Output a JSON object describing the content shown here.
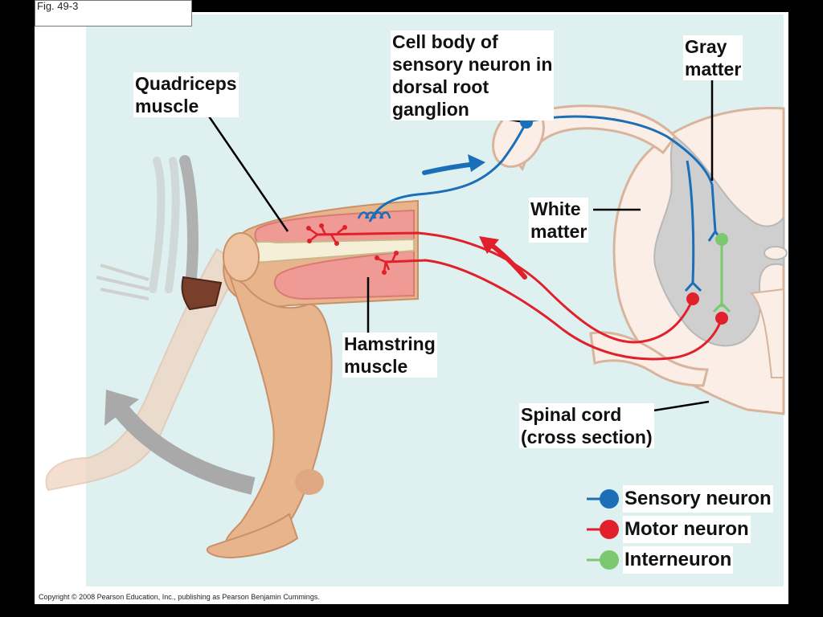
{
  "figure": {
    "number": "Fig. 49-3",
    "copyright": "Copyright © 2008 Pearson Education, Inc., publishing as Pearson Benjamin Cummings."
  },
  "labels": {
    "quadriceps": "Quadriceps\nmuscle",
    "cell_body": "Cell body of\nsensory neuron in\ndorsal root\nganglion",
    "gray_matter": "Gray\nmatter",
    "white_matter": "White\nmatter",
    "hamstring": "Hamstring\nmuscle",
    "spinal_cord": "Spinal cord\n(cross section)"
  },
  "legend": [
    {
      "label": "Sensory neuron",
      "color": "#1a6fb8"
    },
    {
      "label": "Motor neuron",
      "color": "#e0202a"
    },
    {
      "label": "Interneuron",
      "color": "#7cc86e"
    }
  ],
  "colors": {
    "sensory": "#1a6fb8",
    "motor": "#e0202a",
    "interneuron": "#7cc86e",
    "panel_bg": "#dff0f0",
    "skin": "#e8b48c",
    "muscle": "#ef9a94",
    "gray_matter": "#cfcfcf",
    "white_matter": "#fbeee6"
  }
}
